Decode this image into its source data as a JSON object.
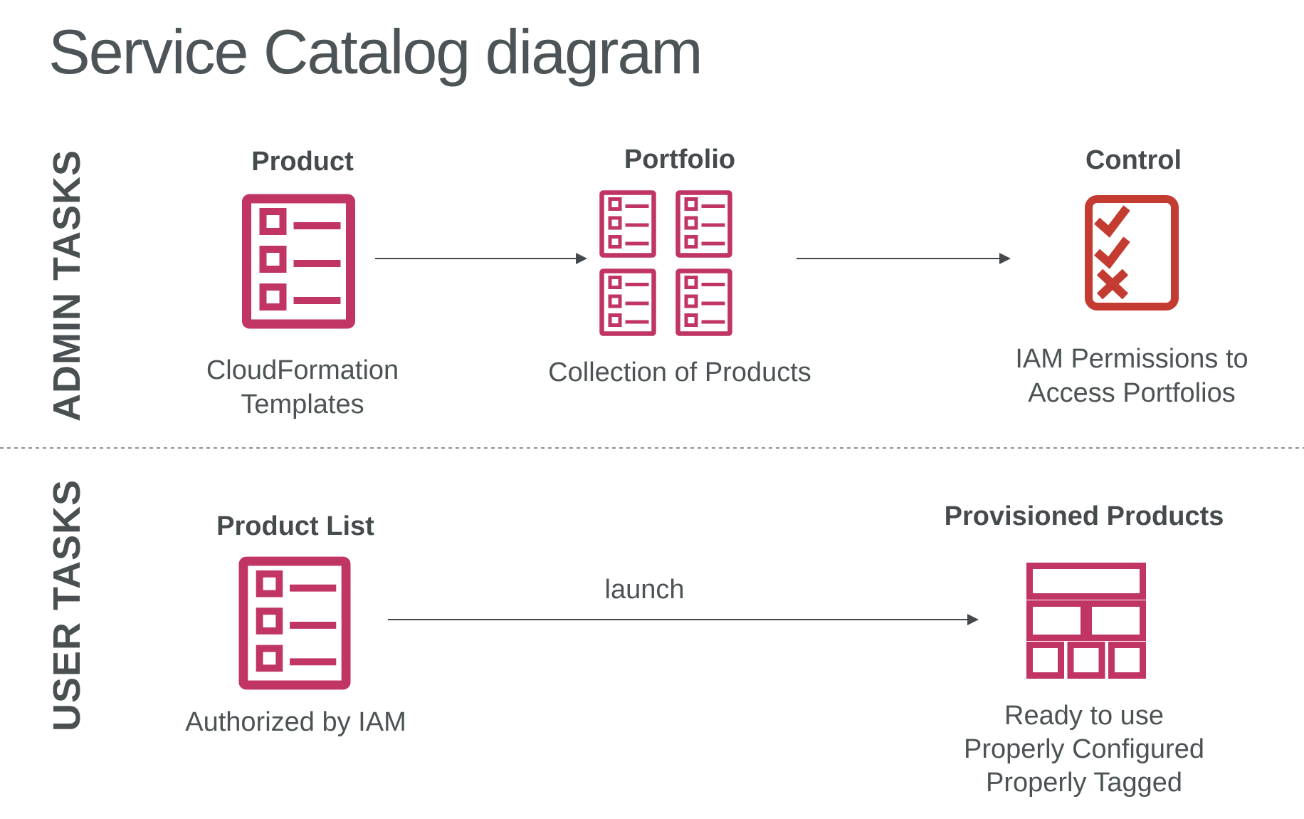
{
  "title": "Service Catalog diagram",
  "colors": {
    "list_icon_magenta": "#c03563",
    "control_icon_red": "#c43b32",
    "heading_text": "#454b4d",
    "caption_text": "#4d5355",
    "arrow_gray": "#45494b",
    "divider_gray": "#8d9091"
  },
  "icons": {
    "product": "list-icon",
    "portfolio": "list-grid-2x2-icon",
    "control": "checklist-icon",
    "product_list": "list-icon",
    "provisioned": "bricks-grid-icon"
  },
  "admin": {
    "section_label": "ADMIN TASKS",
    "product": {
      "label": "Product",
      "caption_lines": [
        "CloudFormation",
        "Templates"
      ]
    },
    "portfolio": {
      "label": "Portfolio",
      "caption_lines": [
        "Collection of Products"
      ]
    },
    "control": {
      "label": "Control",
      "caption_lines": [
        "IAM Permissions to",
        "Access Portfolios"
      ]
    }
  },
  "user": {
    "section_label": "USER TASKS",
    "product_list": {
      "label": "Product List",
      "caption_lines": [
        "Authorized by IAM"
      ]
    },
    "launch_arrow_label": "launch",
    "provisioned": {
      "label": "Provisioned Products",
      "caption_lines": [
        "Ready to use",
        "Properly Configured",
        "Properly Tagged"
      ]
    }
  }
}
